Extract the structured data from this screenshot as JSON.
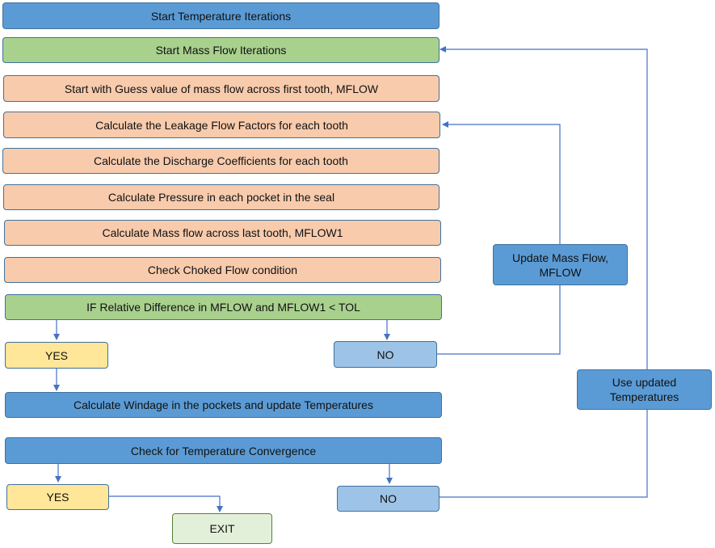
{
  "flowchart": {
    "steps": {
      "start_temp": "Start Temperature Iterations",
      "start_mass": "Start Mass Flow Iterations",
      "guess": "Start with Guess value of mass flow across first tooth, MFLOW",
      "leakage": "Calculate the Leakage Flow Factors for each tooth",
      "discharge": "Calculate the Discharge Coefficients for each tooth",
      "pressure": "Calculate Pressure in each pocket in the seal",
      "massflow": "Calculate Mass flow across last tooth, MFLOW1",
      "choked": "Check Choked Flow condition",
      "if_diff": "IF Relative Difference in MFLOW and MFLOW1 < TOL",
      "yes1": "YES",
      "no1": "NO",
      "update_mass_line1": "Update Mass Flow,",
      "update_mass_line2": "MFLOW",
      "windage": "Calculate Windage in the pockets and update Temperatures",
      "check_temp": "Check for Temperature Convergence",
      "yes2": "YES",
      "no2": "NO",
      "exit": "EXIT",
      "use_temps_line1": "Use updated",
      "use_temps_line2": "Temperatures"
    },
    "colors": {
      "blue": "#5b9bd5",
      "green": "#a9d18e",
      "peach": "#f8cbad",
      "yellow": "#ffe699",
      "light_blue": "#9dc3e6",
      "exit_green": "#e2f0d9",
      "connector": "#4472c4"
    }
  }
}
